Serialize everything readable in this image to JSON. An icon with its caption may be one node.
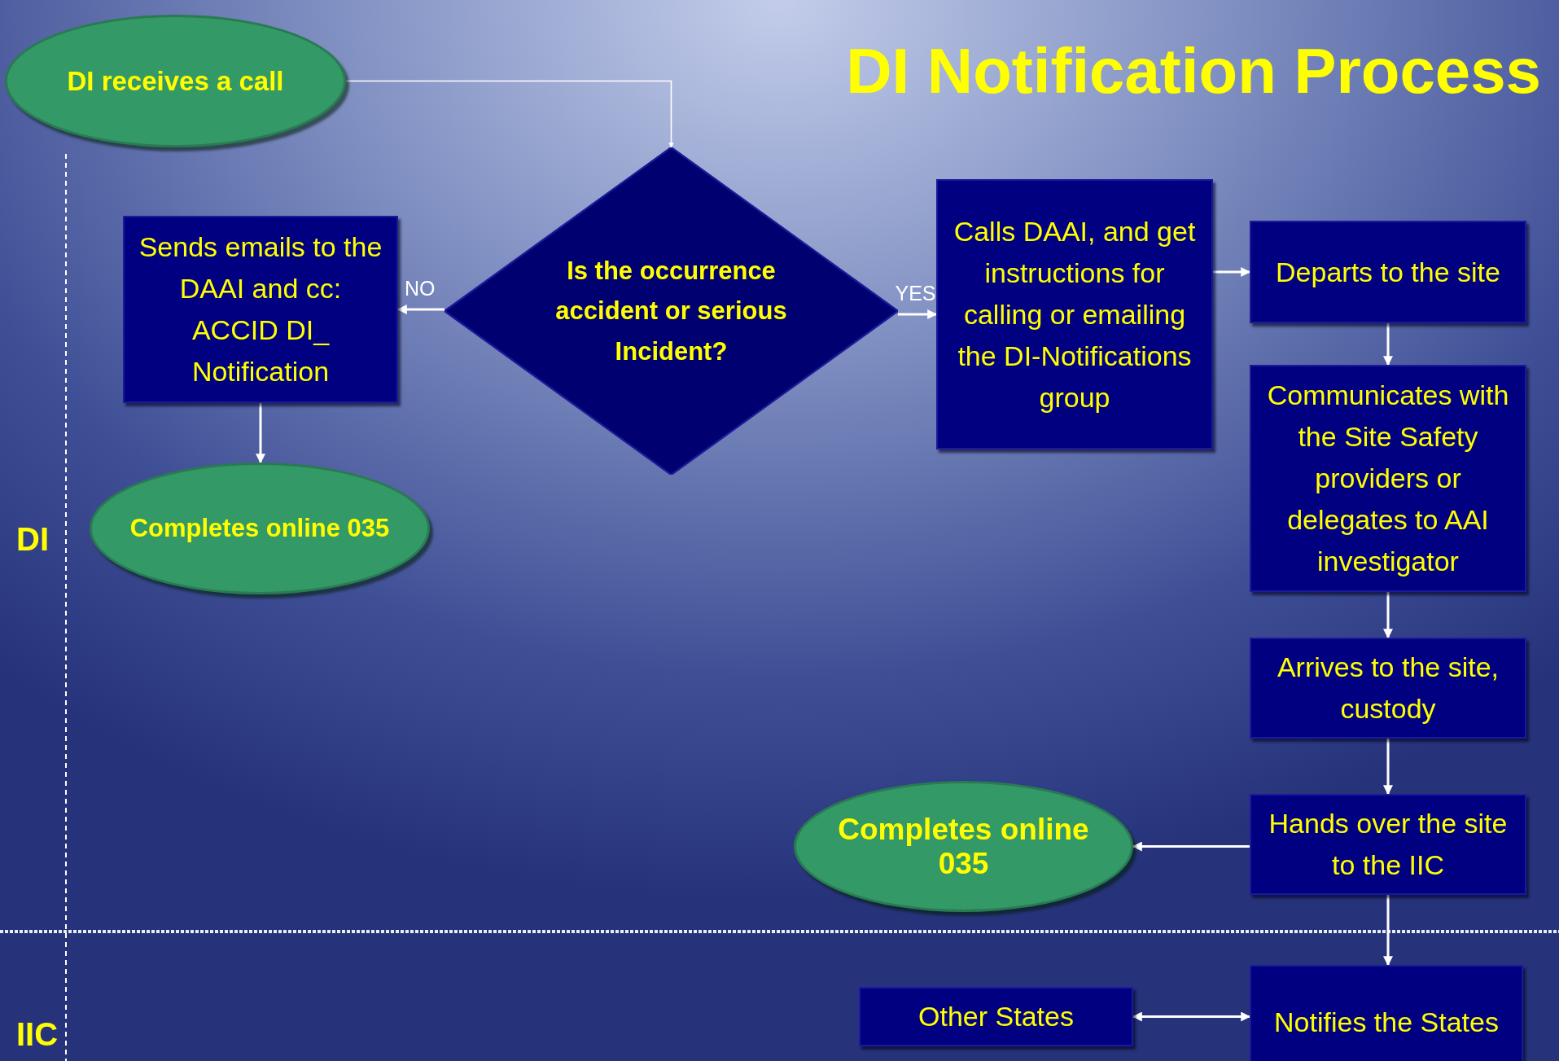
{
  "diagram": {
    "title": "DI Notification Process",
    "nodes": [
      {
        "text": [
          "DI receives a call"
        ]
      },
      {
        "text": [
          "Is the occurrence accident or serious Incident?"
        ]
      },
      {
        "text": [
          "Sends emails to the DAAI and cc: ACCID DI_ Notification"
        ]
      },
      {
        "text": [
          "Completes online 035"
        ]
      },
      {
        "text": [
          "Calls DAAI, and get instructions for calling or emailing the DI-Notifications group"
        ]
      },
      {
        "text": [
          "Departs to the site"
        ]
      },
      {
        "text": [
          "Communicates with the Site Safety providers or delegates to AAI investigator"
        ]
      },
      {
        "text": [
          "Arrives to the site, custody"
        ]
      },
      {
        "text": [
          "Hands over the site to the IIC"
        ]
      },
      {
        "text": [
          "Completes online 035"
        ]
      },
      {
        "text": [
          "Notifies the States"
        ]
      },
      {
        "text": [
          "Other States"
        ]
      }
    ],
    "edges": [
      {
        "from": 0,
        "to": 1,
        "arrow": "to"
      },
      {
        "from": 1,
        "to": 2,
        "arrow": "to",
        "label": "NO"
      },
      {
        "from": 1,
        "to": 4,
        "arrow": "to",
        "label": "YES"
      },
      {
        "from": 2,
        "to": 3,
        "arrow": "to"
      },
      {
        "from": 4,
        "to": 5,
        "arrow": "to"
      },
      {
        "from": 5,
        "to": 6,
        "arrow": "to"
      },
      {
        "from": 6,
        "to": 7,
        "arrow": "to"
      },
      {
        "from": 7,
        "to": 8,
        "arrow": "to"
      },
      {
        "from": 8,
        "to": 9,
        "arrow": "to"
      },
      {
        "from": 8,
        "to": 10,
        "arrow": "to"
      },
      {
        "from": 10,
        "to": 11,
        "arrow": "both"
      }
    ],
    "labels": [
      "DI",
      "IIC"
    ]
  }
}
